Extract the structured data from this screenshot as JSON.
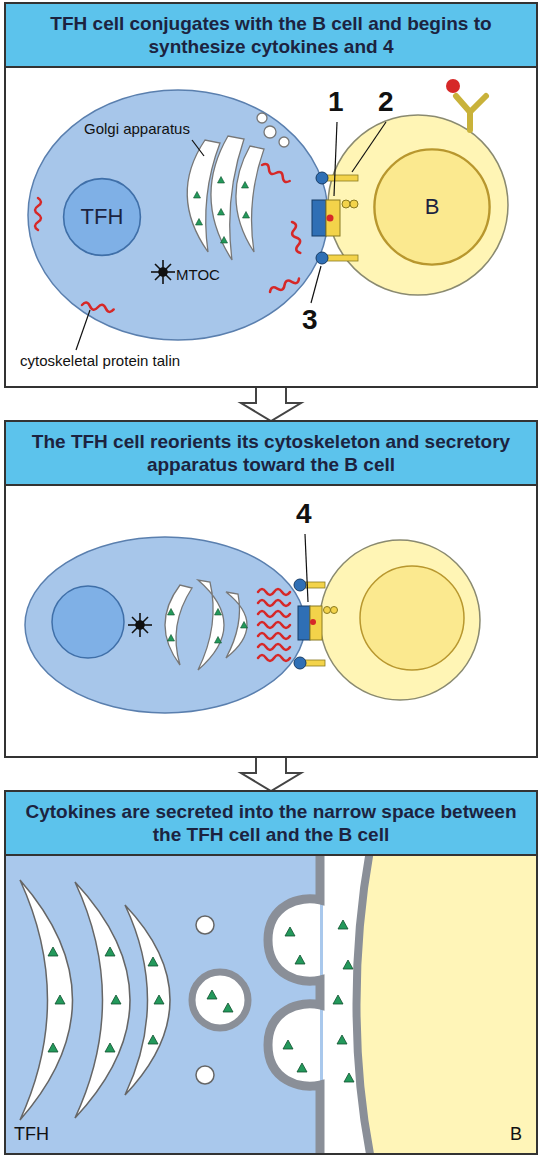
{
  "diagram": {
    "nodes": [
      {
        "text": [
          "TFH cell conjugates with the B cell and begins to synthesize cytokines and 4"
        ]
      },
      {
        "text": [
          "TFH"
        ],
        "in": 0
      },
      {
        "text": [
          "B"
        ],
        "in": 0
      },
      {
        "text": [
          "The TFH cell reorients its cytoskeleton and secretory apparatus toward the B cell"
        ]
      },
      {
        "text": [
          "Cytokines are secreted into the narrow space between the TFH cell and the B cell"
        ]
      }
    ],
    "edges": [
      {
        "from": 0,
        "to": 3,
        "arrow": "to"
      },
      {
        "from": 3,
        "to": 4,
        "arrow": "to"
      }
    ],
    "labels": [
      "Golgi apparatus",
      "MTOC",
      "cytoskeletal protein talin",
      "1",
      "2",
      "3",
      "4",
      "TFH",
      "B"
    ]
  }
}
